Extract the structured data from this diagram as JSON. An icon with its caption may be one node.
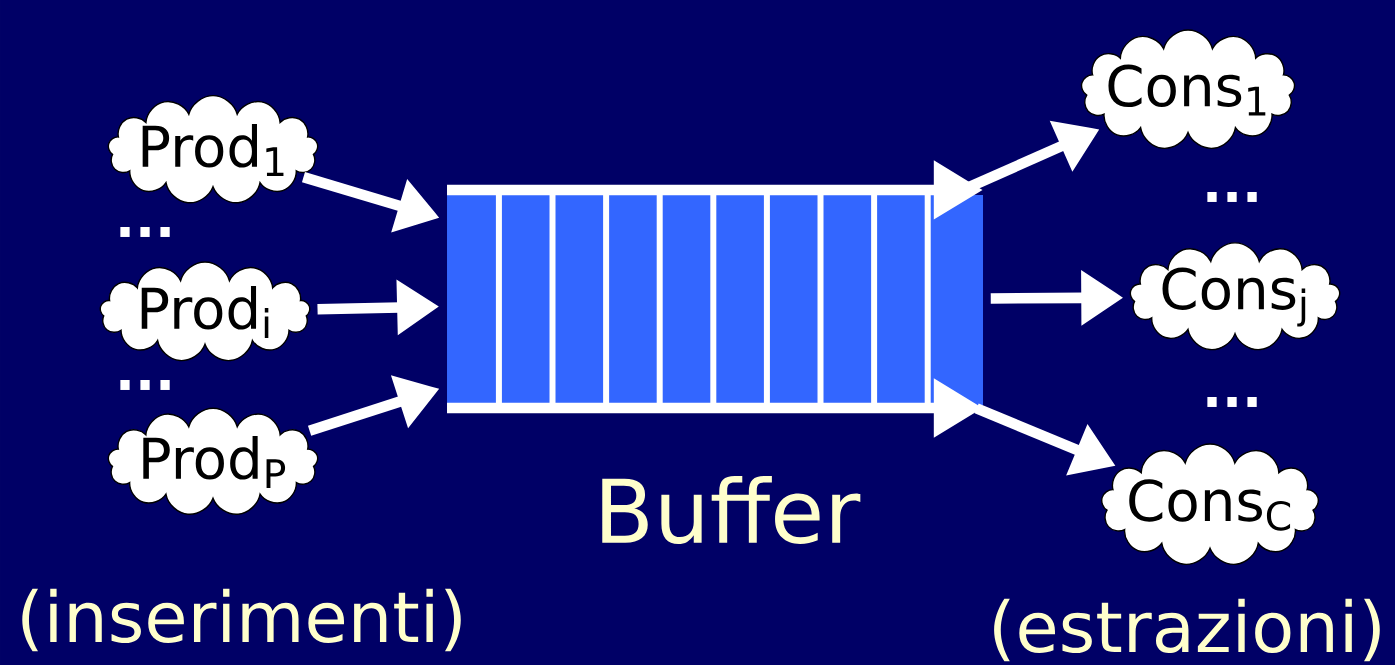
{
  "diagram": {
    "nodes": [
      {
        "text": [
          "Prod$_{1}$"
        ]
      },
      {
        "text": [
          "Prod$_{i}$"
        ]
      },
      {
        "text": [
          "Prod$_{P}$"
        ]
      },
      {
        "text": [],
        "shape": "box",
        "beside": [
          "Buffer"
        ]
      },
      {
        "text": [
          "Cons$_{1}$"
        ]
      },
      {
        "text": [
          "Cons$_{j}$"
        ]
      },
      {
        "text": [
          "Cons$_{C}$"
        ]
      }
    ],
    "edges": [
      {
        "from": 0,
        "to": 3,
        "arrow": "to"
      },
      {
        "from": 1,
        "to": 3,
        "arrow": "to"
      },
      {
        "from": 2,
        "to": 3,
        "arrow": "to"
      },
      {
        "from": 3,
        "to": 4,
        "arrow": "to"
      },
      {
        "from": 3,
        "to": 5,
        "arrow": "to"
      },
      {
        "from": 3,
        "to": 6,
        "arrow": "to"
      }
    ],
    "labels": [
      "...",
      "...",
      "...",
      "...",
      "(inserimenti)",
      "(estrazioni)"
    ]
  }
}
